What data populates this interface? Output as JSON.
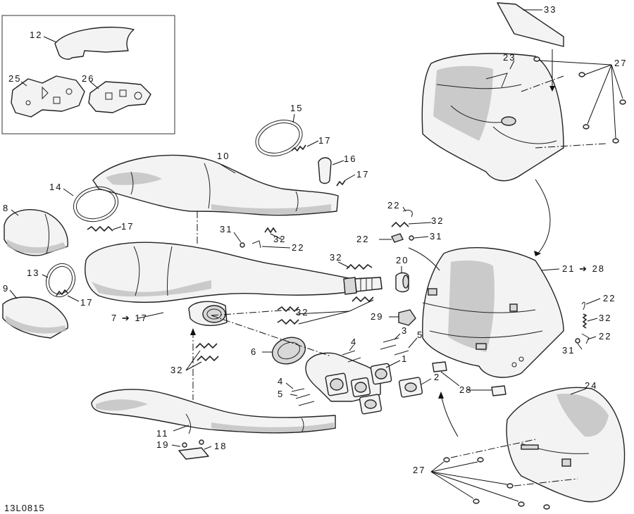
{
  "diagram_code": "13L0815",
  "labels": {
    "l1": "1",
    "l2": "2",
    "l3": "3",
    "l4a": "4",
    "l4b": "4",
    "l5a": "5",
    "l5b": "5",
    "l6": "6",
    "l7": "7 ➔ 17",
    "l8": "8",
    "l9": "9",
    "l10": "10",
    "l11": "11",
    "l12": "12",
    "l13": "13",
    "l14": "14",
    "l15": "15",
    "l16": "16",
    "l17a": "17",
    "l17b": "17",
    "l17c": "17",
    "l17d": "17",
    "l18": "18",
    "l19": "19",
    "l20": "20",
    "l21": "21 ➔ 28",
    "l22a": "22",
    "l22b": "22",
    "l22c": "22",
    "l22d": "22",
    "l22e": "22",
    "l23": "23",
    "l24": "24",
    "l25": "25",
    "l26": "26",
    "l27a": "27",
    "l27b": "27",
    "l28": "28",
    "l29": "29",
    "l31a": "31",
    "l31b": "31",
    "l31c": "31",
    "l32a": "32",
    "l32b": "32",
    "l32c": "32",
    "l32d": "32",
    "l32e": "32",
    "l32f": "32",
    "l33": "33"
  }
}
